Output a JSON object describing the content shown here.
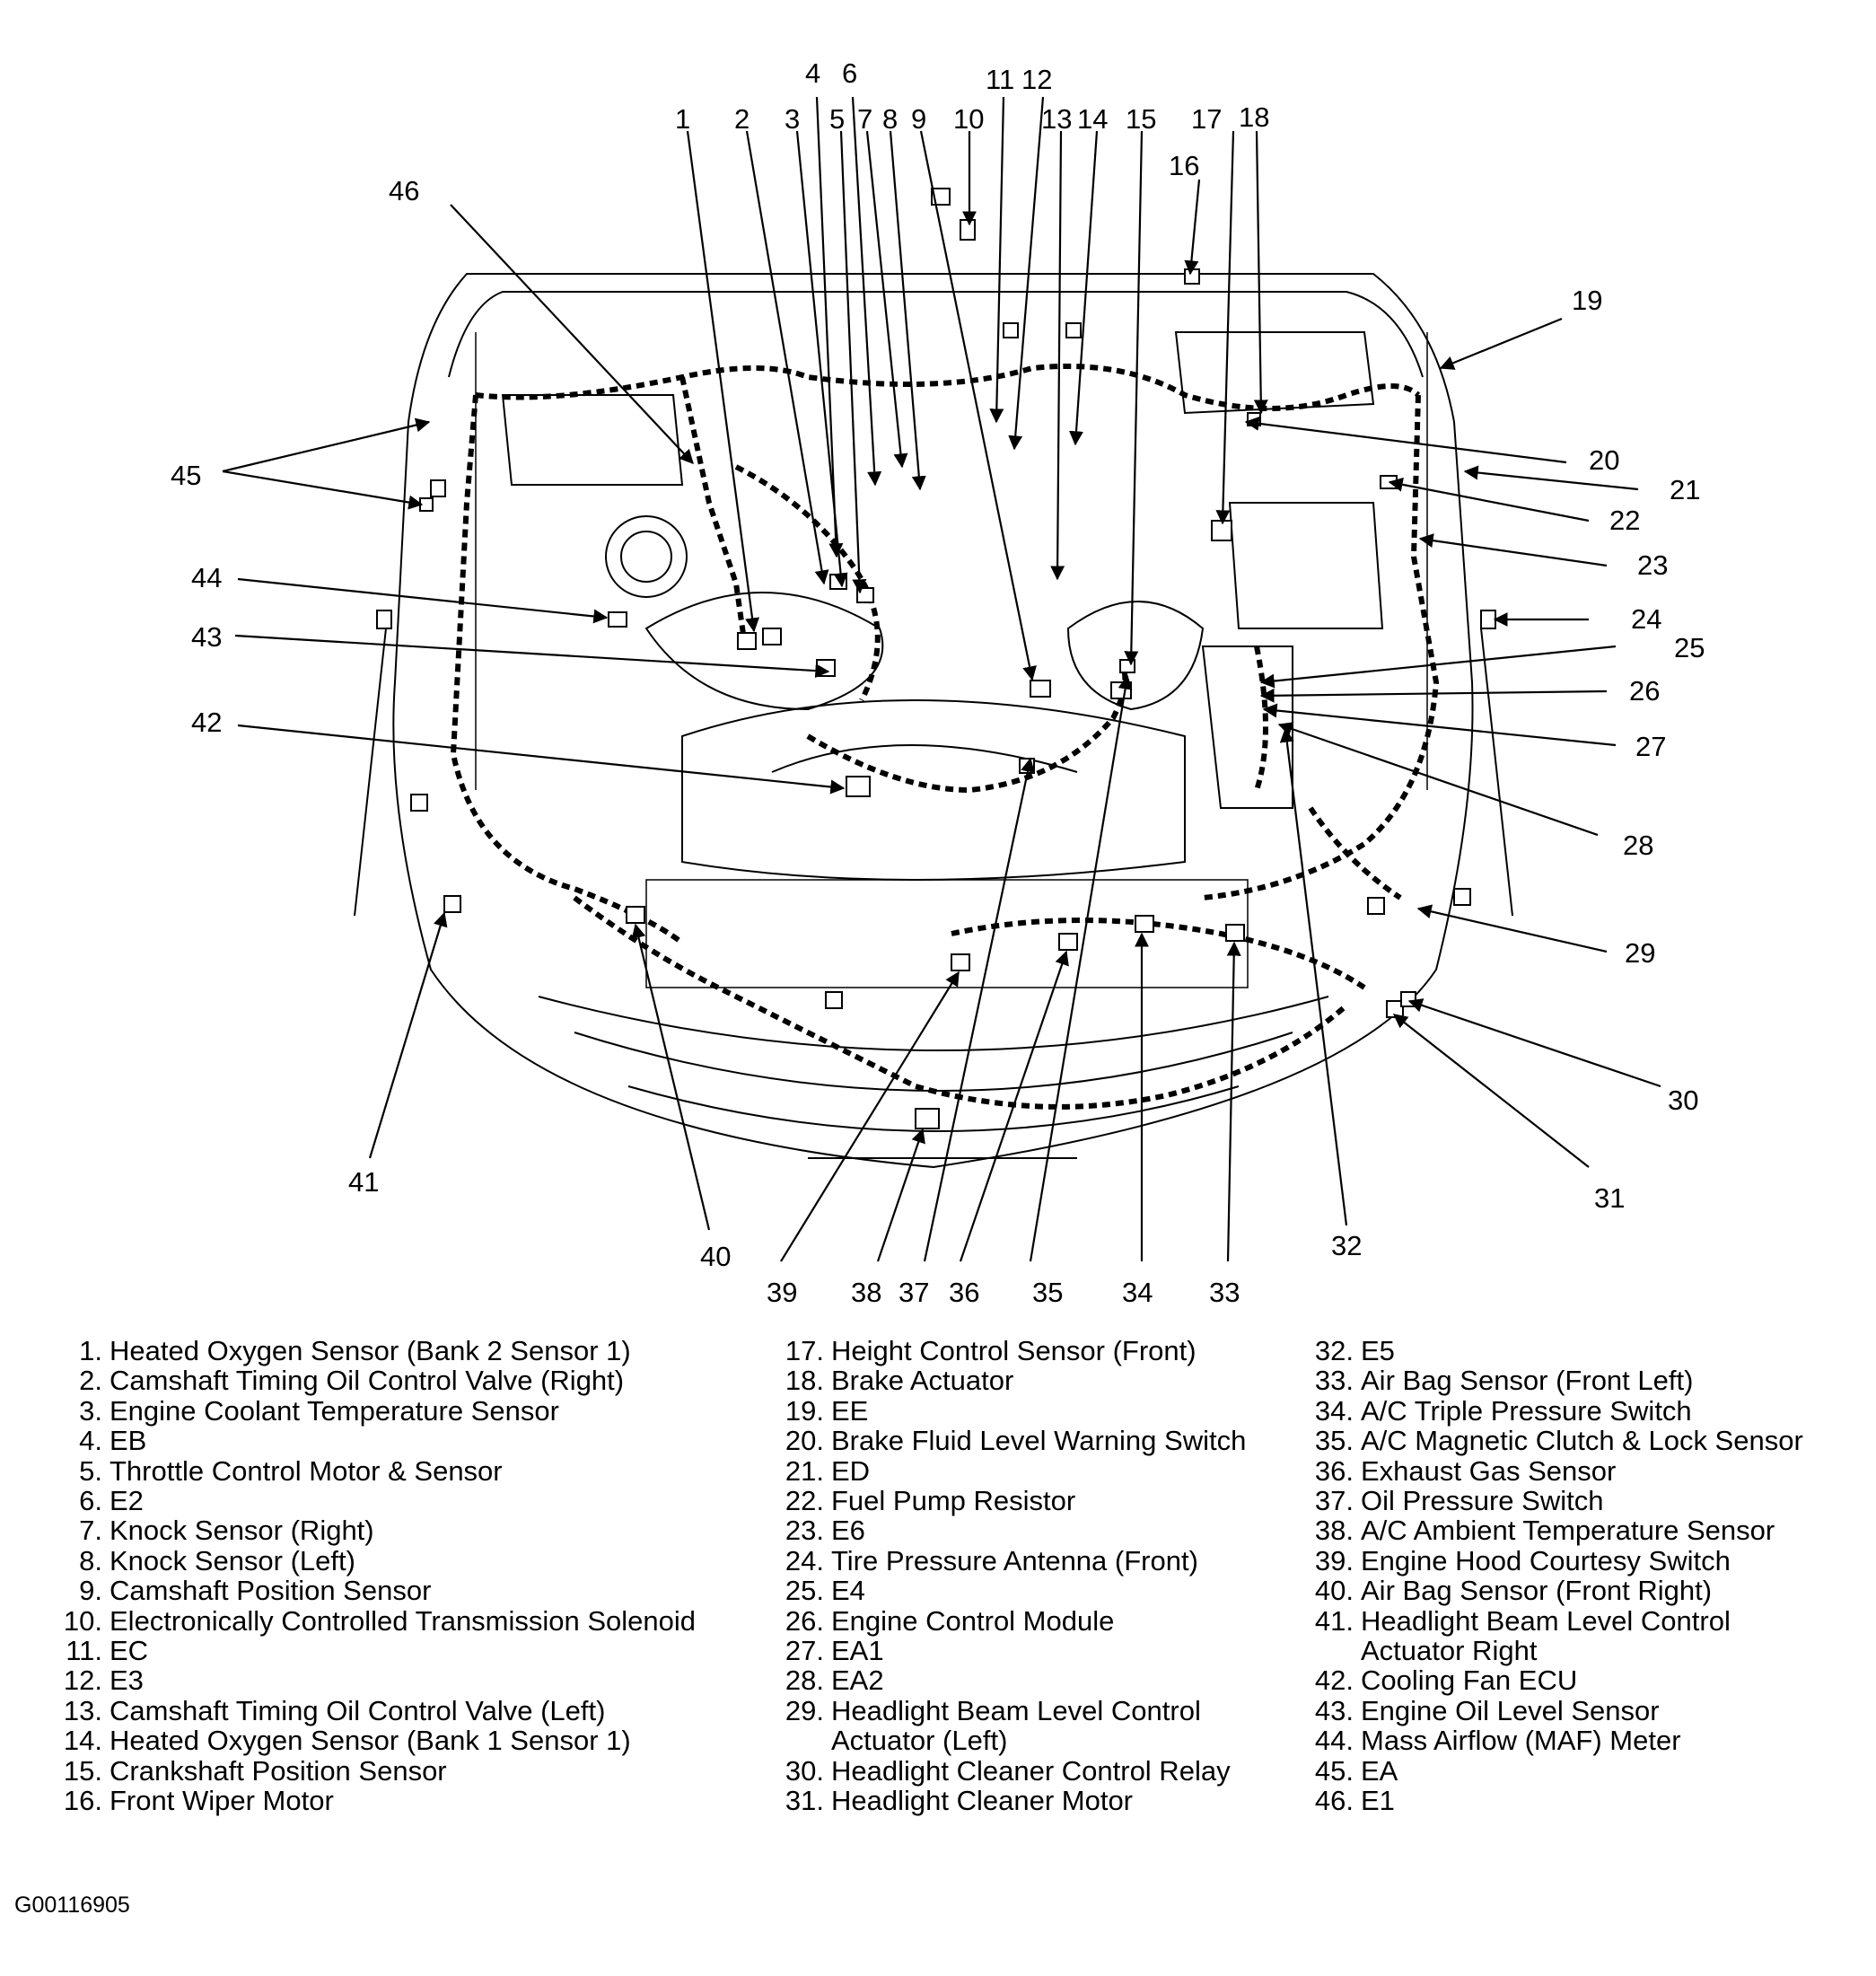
{
  "diagram": {
    "title": "",
    "callout_numbers": [
      "1",
      "2",
      "3",
      "4",
      "5",
      "6",
      "7",
      "8",
      "9",
      "10",
      "11",
      "12",
      "13",
      "14",
      "15",
      "16",
      "17",
      "18",
      "19",
      "20",
      "21",
      "22",
      "23",
      "24",
      "25",
      "26",
      "27",
      "28",
      "29",
      "30",
      "31",
      "32",
      "33",
      "34",
      "35",
      "36",
      "37",
      "38",
      "39",
      "40",
      "41",
      "42",
      "43",
      "44",
      "45",
      "46"
    ]
  },
  "legend": {
    "columns": [
      [
        {
          "num": "1.",
          "text": "Heated Oxygen Sensor (Bank 2 Sensor 1)"
        },
        {
          "num": "2.",
          "text": "Camshaft Timing Oil Control Valve (Right)"
        },
        {
          "num": "3.",
          "text": "Engine Coolant Temperature Sensor"
        },
        {
          "num": "4.",
          "text": "EB"
        },
        {
          "num": "5.",
          "text": "Throttle Control Motor & Sensor"
        },
        {
          "num": "6.",
          "text": "E2"
        },
        {
          "num": "7.",
          "text": "Knock Sensor (Right)"
        },
        {
          "num": "8.",
          "text": "Knock Sensor (Left)"
        },
        {
          "num": "9.",
          "text": "Camshaft Position Sensor"
        },
        {
          "num": "10.",
          "text": "Electronically Controlled Transmission Solenoid"
        },
        {
          "num": "11.",
          "text": "EC"
        },
        {
          "num": "12.",
          "text": "E3"
        },
        {
          "num": "13.",
          "text": "Camshaft Timing Oil Control Valve (Left)"
        },
        {
          "num": "14.",
          "text": "Heated Oxygen Sensor (Bank 1 Sensor 1)"
        },
        {
          "num": "15.",
          "text": "Crankshaft Position Sensor"
        },
        {
          "num": "16.",
          "text": "Front Wiper Motor"
        }
      ],
      [
        {
          "num": "17.",
          "text": "Height Control Sensor (Front)"
        },
        {
          "num": "18.",
          "text": "Brake Actuator"
        },
        {
          "num": "19.",
          "text": "EE"
        },
        {
          "num": "20.",
          "text": "Brake Fluid Level Warning Switch"
        },
        {
          "num": "21.",
          "text": "ED"
        },
        {
          "num": "22.",
          "text": "Fuel Pump Resistor"
        },
        {
          "num": "23.",
          "text": "E6"
        },
        {
          "num": "24.",
          "text": "Tire Pressure Antenna (Front)"
        },
        {
          "num": "25.",
          "text": "E4"
        },
        {
          "num": "26.",
          "text": "Engine Control Module"
        },
        {
          "num": "27.",
          "text": "EA1"
        },
        {
          "num": "28.",
          "text": "EA2"
        },
        {
          "num": "29.",
          "text": "Headlight Beam Level Control"
        },
        {
          "num": "",
          "text": "Actuator (Left)"
        },
        {
          "num": "30.",
          "text": "Headlight Cleaner Control Relay"
        },
        {
          "num": "31.",
          "text": "Headlight Cleaner Motor"
        }
      ],
      [
        {
          "num": "32.",
          "text": "E5"
        },
        {
          "num": "33.",
          "text": "Air Bag Sensor (Front Left)"
        },
        {
          "num": "34.",
          "text": "A/C Triple Pressure Switch"
        },
        {
          "num": "35.",
          "text": "A/C Magnetic Clutch & Lock Sensor"
        },
        {
          "num": "36.",
          "text": "Exhaust Gas Sensor"
        },
        {
          "num": "37.",
          "text": "Oil Pressure Switch"
        },
        {
          "num": "38.",
          "text": "A/C Ambient Temperature Sensor"
        },
        {
          "num": "39.",
          "text": "Engine Hood Courtesy Switch"
        },
        {
          "num": "40.",
          "text": "Air Bag Sensor (Front Right)"
        },
        {
          "num": "41.",
          "text": "Headlight Beam Level Control"
        },
        {
          "num": "",
          "text": "Actuator Right"
        },
        {
          "num": "42.",
          "text": "Cooling Fan ECU"
        },
        {
          "num": "43.",
          "text": "Engine Oil Level Sensor"
        },
        {
          "num": "44.",
          "text": "Mass Airflow (MAF) Meter"
        },
        {
          "num": "45.",
          "text": "EA"
        },
        {
          "num": "46.",
          "text": "E1"
        }
      ]
    ]
  },
  "figure_id": "G00116905"
}
